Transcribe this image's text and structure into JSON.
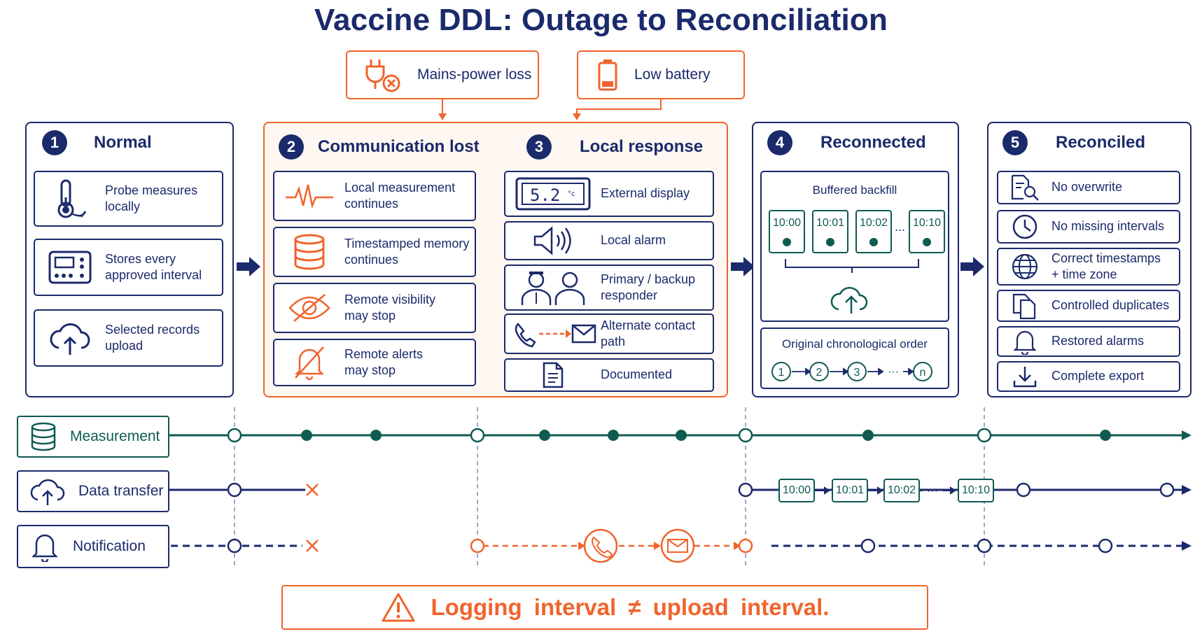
{
  "title": "Vaccine DDL: Outage to Reconciliation",
  "triggers": [
    {
      "label": "Mains-power loss",
      "icon": "plug-disconnect-icon"
    },
    {
      "label": "Low battery",
      "icon": "low-battery-icon"
    }
  ],
  "stages": [
    {
      "number": "1",
      "title": "Normal",
      "items": [
        {
          "text": "Probe measures\nlocally",
          "icon": "thermometer-probe-icon"
        },
        {
          "text": "Stores every\napproved interval",
          "icon": "data-logger-icon"
        },
        {
          "text": "Selected records\nupload",
          "icon": "cloud-upload-icon"
        }
      ]
    },
    {
      "number": "2",
      "title": "Communication lost",
      "items": [
        {
          "text": "Local measurement\ncontinues",
          "icon": "waveform-icon"
        },
        {
          "text": "Timestamped memory\ncontinues",
          "icon": "database-icon"
        },
        {
          "text": "Remote visibility\nmay stop",
          "icon": "eye-off-icon"
        },
        {
          "text": "Remote alerts\nmay stop",
          "icon": "bell-off-icon"
        }
      ]
    },
    {
      "number": "3",
      "title": "Local response",
      "display_reading": "5.2",
      "display_unit": "°c",
      "items": [
        {
          "text": "External display",
          "icon": "lcd-display-icon"
        },
        {
          "text": "Local alarm",
          "icon": "speaker-icon"
        },
        {
          "text": "Primary / backup\nresponder",
          "icon": "responders-icon"
        },
        {
          "text": "Alternate contact path",
          "icon": "phone-to-email-icon"
        },
        {
          "text": "Documented",
          "icon": "document-icon"
        }
      ]
    },
    {
      "number": "4",
      "title": "Reconnected",
      "backfill_title": "Buffered backfill",
      "backfill_slots": [
        "10:00",
        "10:01",
        "10:02",
        "10:10"
      ],
      "ellipsis": "...",
      "order_title": "Original chronological order",
      "order_steps": [
        "1",
        "2",
        "3",
        "n"
      ],
      "order_dots": "···"
    },
    {
      "number": "5",
      "title": "Reconciled",
      "items": [
        {
          "text": "No overwrite",
          "icon": "document-search-icon"
        },
        {
          "text": "No missing intervals",
          "icon": "clock-icon"
        },
        {
          "text": "Correct timestamps\n+ time zone",
          "icon": "globe-icon"
        },
        {
          "text": "Controlled duplicates",
          "icon": "duplicate-docs-icon"
        },
        {
          "text": "Restored alarms",
          "icon": "bell-icon"
        },
        {
          "text": "Complete export",
          "icon": "download-icon"
        }
      ]
    }
  ],
  "lanes": [
    {
      "label": "Measurement",
      "icon": "database-icon"
    },
    {
      "label": "Data transfer",
      "icon": "cloud-upload-icon"
    },
    {
      "label": "Notification",
      "icon": "bell-icon"
    }
  ],
  "transfer_chips": [
    "10:00",
    "10:01",
    "10:02",
    "10:10"
  ],
  "transfer_dots": "···",
  "footer": "Logging interval ≠ upload interval.",
  "colors": {
    "navy": "#1b2a6b",
    "orange": "#f0642d",
    "teal": "#0f5b52"
  }
}
